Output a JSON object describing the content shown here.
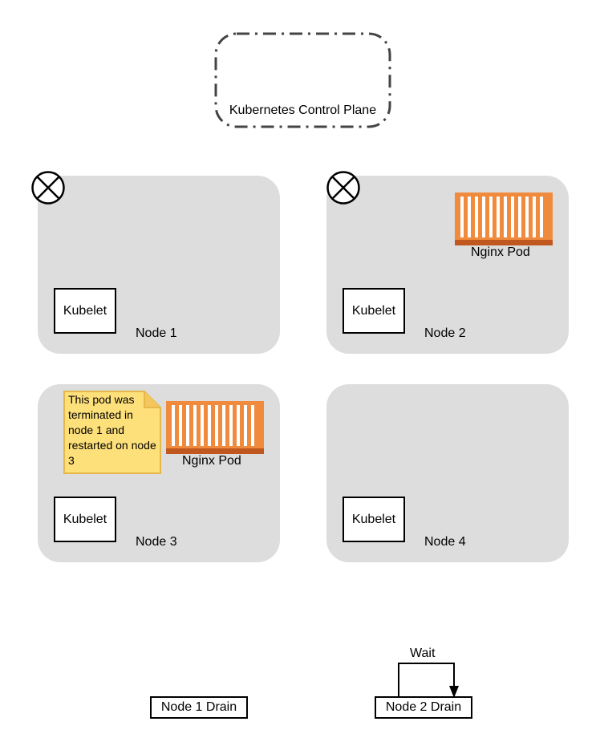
{
  "control_plane": {
    "label": "Kubernetes Control Plane"
  },
  "nodes": [
    {
      "label": "Node 1",
      "kubelet": "Kubelet",
      "status_icon": "crossed-circle-icon"
    },
    {
      "label": "Node 2",
      "kubelet": "Kubelet",
      "status_icon": "crossed-circle-icon",
      "pod": "Nginx Pod"
    },
    {
      "label": "Node 3",
      "kubelet": "Kubelet",
      "pod": "Nginx Pod",
      "note": "This pod was terminated in node 1 and restarted on node 3"
    },
    {
      "label": "Node 4",
      "kubelet": "Kubelet"
    }
  ],
  "steps": {
    "node1_drain": "Node 1 Drain",
    "node2_drain": "Node 2 Drain",
    "wait": "Wait"
  },
  "colors": {
    "node_bg": "#dddddd",
    "pod_orange": "#f08a3c",
    "pod_stripe": "#ffffff",
    "pod_base": "#c0571e",
    "note_bg": "#fde07a",
    "note_border": "#e6b84a"
  }
}
